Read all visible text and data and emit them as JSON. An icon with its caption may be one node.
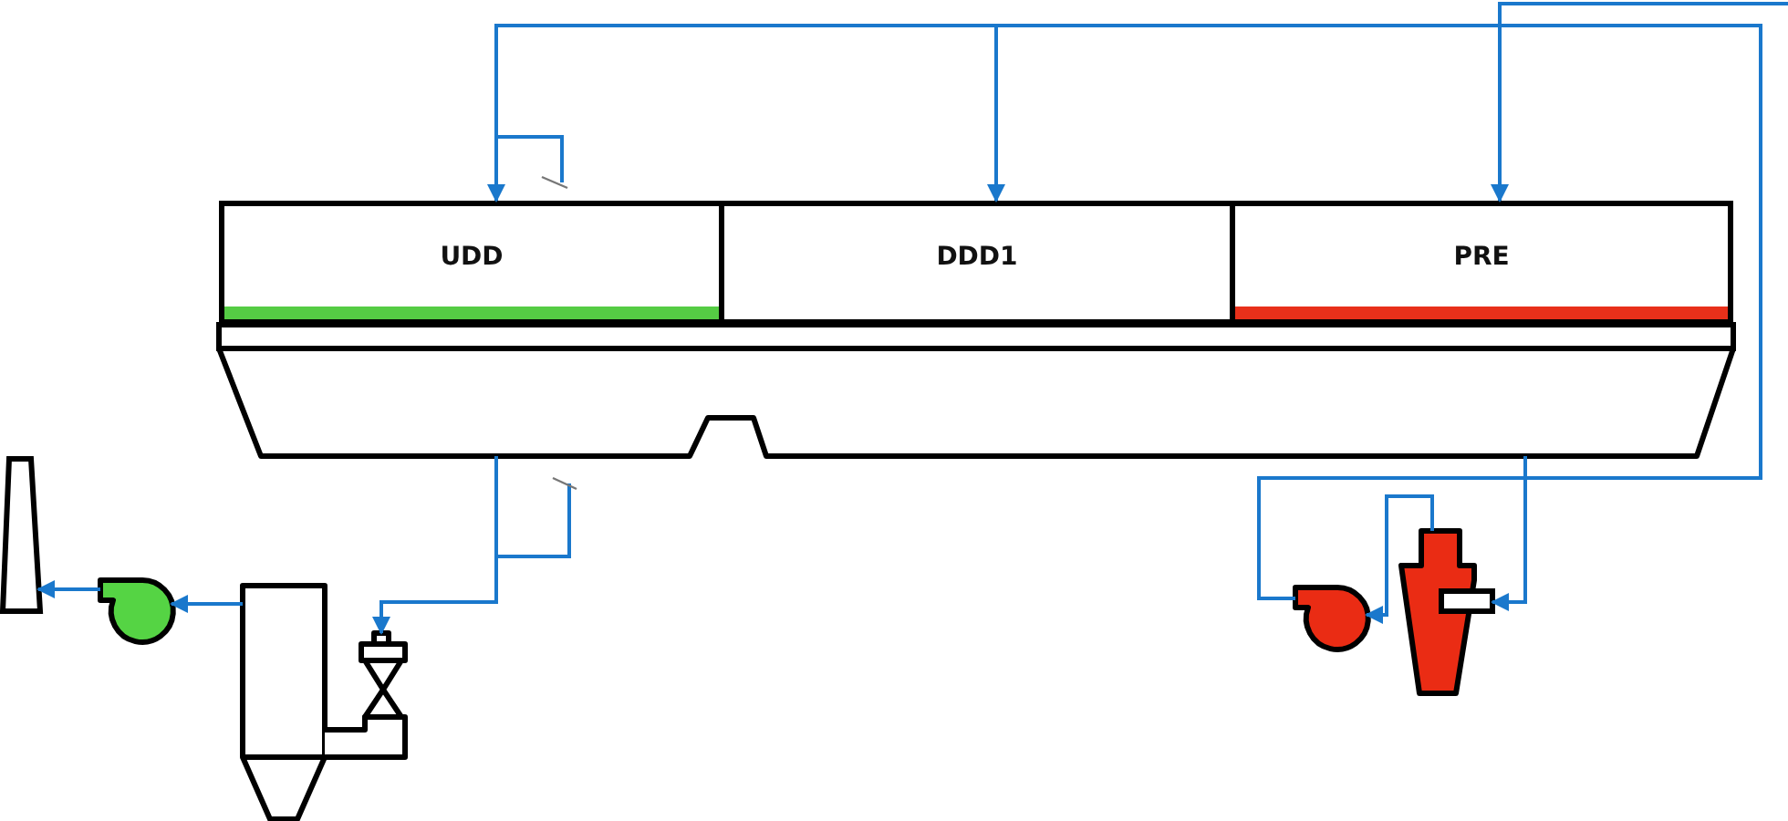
{
  "diagram": {
    "nodes": [
      {
        "text": [
          "UDD"
        ]
      },
      {
        "text": [
          "DDD1"
        ]
      },
      {
        "text": [
          "PRE"
        ]
      },
      {
        "text": [],
        "shape": "hood"
      },
      {
        "text": [],
        "shape": "chimney"
      },
      {
        "text": [],
        "shape": "fan"
      },
      {
        "text": [],
        "shape": "filter"
      },
      {
        "text": [],
        "shape": "valve"
      },
      {
        "text": [],
        "shape": "fan"
      },
      {
        "text": [],
        "shape": "cyclone"
      }
    ],
    "edges": [
      {
        "from": 8,
        "to": 0,
        "arrow": "to"
      },
      {
        "from": 8,
        "to": 1,
        "arrow": "to"
      },
      {
        "from": null,
        "to": 2,
        "arrow": "to"
      },
      {
        "from": 3,
        "to": 7,
        "arrow": "to"
      },
      {
        "from": 6,
        "to": 5,
        "arrow": "to"
      },
      {
        "from": 5,
        "to": 4,
        "arrow": "to"
      },
      {
        "from": 9,
        "to": 8,
        "arrow": "to"
      },
      {
        "from": 3,
        "to": 9,
        "arrow": "to"
      }
    ]
  }
}
